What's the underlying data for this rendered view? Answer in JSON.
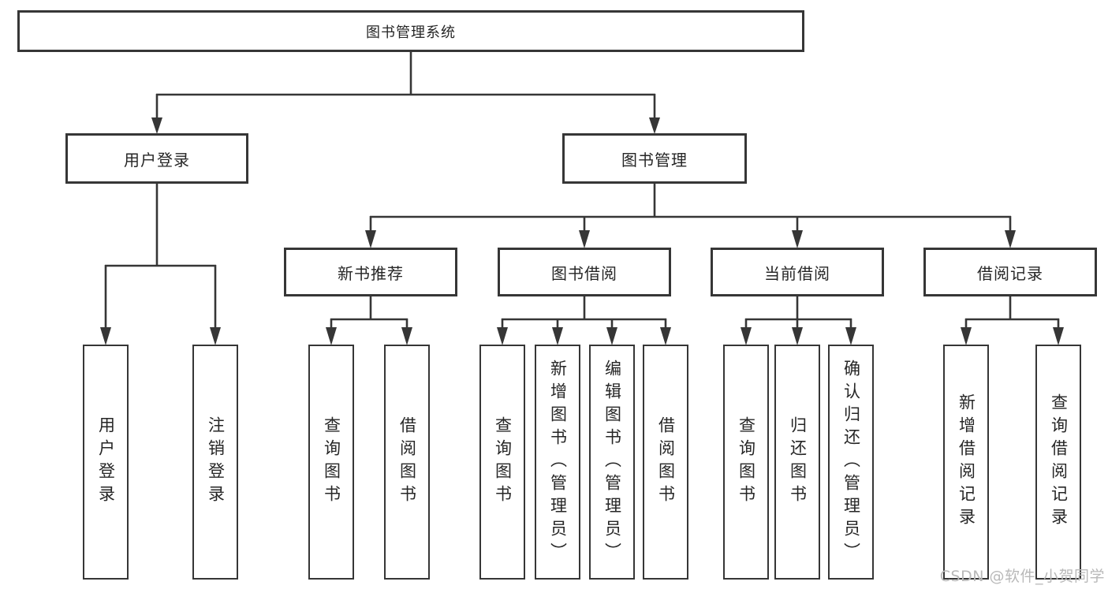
{
  "tree": {
    "label": "图书管理系统",
    "children": [
      {
        "label": "用户登录",
        "children": [
          {
            "label": "用户登录"
          },
          {
            "label": "注销登录"
          }
        ]
      },
      {
        "label": "图书管理",
        "children": [
          {
            "label": "新书推荐",
            "children": [
              {
                "label": "查询图书"
              },
              {
                "label": "借阅图书"
              }
            ]
          },
          {
            "label": "图书借阅",
            "children": [
              {
                "label": "查询图书"
              },
              {
                "label": "新增图书（管理员）"
              },
              {
                "label": "编辑图书（管理员）"
              },
              {
                "label": "借阅图书"
              }
            ]
          },
          {
            "label": "当前借阅",
            "children": [
              {
                "label": "查询图书"
              },
              {
                "label": "归还图书"
              },
              {
                "label": "确认归还（管理员）"
              }
            ]
          },
          {
            "label": "借阅记录",
            "children": [
              {
                "label": "新增借阅记录"
              },
              {
                "label": "查询借阅记录"
              }
            ]
          }
        ]
      }
    ]
  },
  "watermark": {
    "text": "CSDN @软件_小贺同学"
  },
  "colors": {
    "line": "#363636",
    "box_fill": "#ffffff",
    "text": "#262626",
    "watermark": "#b9b9b9"
  }
}
